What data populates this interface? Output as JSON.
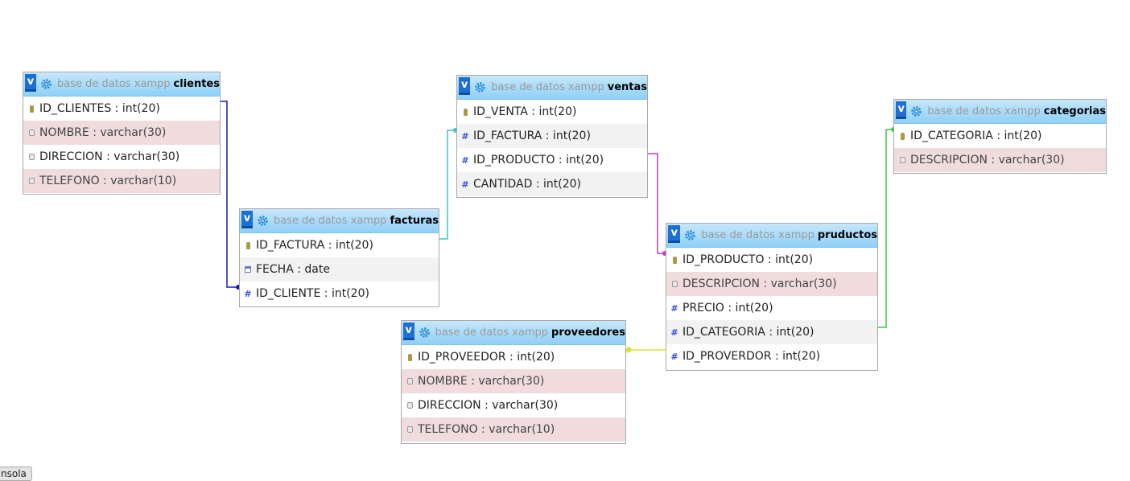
{
  "db_name": "base de datos xampp",
  "toggle_label": "v",
  "icons": {
    "toggle": "collapse-toggle-icon",
    "settings": "gear-icon",
    "primary_key": "key-icon",
    "text": "text-column-icon",
    "number": "number-column-icon",
    "date": "date-column-icon"
  },
  "colors": {
    "header_blue": "#8fd0f6",
    "toggle_blue": "#1d6fd6",
    "highlight_row": "#f0dcdc"
  },
  "tables": {
    "clientes": {
      "name": "clientes",
      "columns": [
        {
          "label": "ID_CLIENTES : int(20)",
          "icon": "key-icon"
        },
        {
          "label": "NOMBRE : varchar(30)",
          "icon": "text-column-icon"
        },
        {
          "label": "DIRECCION : varchar(30)",
          "icon": "text-column-icon"
        },
        {
          "label": "TELEFONO : varchar(10)",
          "icon": "text-column-icon"
        }
      ]
    },
    "facturas": {
      "name": "facturas",
      "columns": [
        {
          "label": "ID_FACTURA : int(20)",
          "icon": "key-icon"
        },
        {
          "label": "FECHA : date",
          "icon": "date-column-icon"
        },
        {
          "label": "ID_CLIENTE : int(20)",
          "icon": "number-column-icon"
        }
      ]
    },
    "ventas": {
      "name": "ventas",
      "columns": [
        {
          "label": "ID_VENTA : int(20)",
          "icon": "key-icon"
        },
        {
          "label": "ID_FACTURA : int(20)",
          "icon": "number-column-icon"
        },
        {
          "label": "ID_PRODUCTO : int(20)",
          "icon": "number-column-icon"
        },
        {
          "label": "CANTIDAD : int(20)",
          "icon": "number-column-icon"
        }
      ]
    },
    "pruductos": {
      "name": "pruductos",
      "columns": [
        {
          "label": "ID_PRODUCTO : int(20)",
          "icon": "key-icon"
        },
        {
          "label": "DESCRIPCION : varchar(30)",
          "icon": "text-column-icon"
        },
        {
          "label": "PRECIO : int(20)",
          "icon": "number-column-icon"
        },
        {
          "label": "ID_CATEGORIA : int(20)",
          "icon": "number-column-icon"
        },
        {
          "label": "ID_PROVERDOR : int(20)",
          "icon": "number-column-icon"
        }
      ]
    },
    "categorias": {
      "name": "categorias",
      "columns": [
        {
          "label": "ID_CATEGORIA : int(20)",
          "icon": "key-icon"
        },
        {
          "label": "DESCRIPCION : varchar(30)",
          "icon": "text-column-icon"
        }
      ]
    },
    "proveedores": {
      "name": "proveedores",
      "columns": [
        {
          "label": "ID_PROVEEDOR : int(20)",
          "icon": "key-icon"
        },
        {
          "label": "NOMBRE : varchar(30)",
          "icon": "text-column-icon"
        },
        {
          "label": "DIRECCION : varchar(30)",
          "icon": "text-column-icon"
        },
        {
          "label": "TELEFONO : varchar(10)",
          "icon": "text-column-icon"
        }
      ]
    }
  },
  "relations": [
    {
      "from": "facturas.ID_CLIENTE",
      "to": "clientes.ID_CLIENTES",
      "color": "#1a1aa8"
    },
    {
      "from": "ventas.ID_FACTURA",
      "to": "facturas.ID_FACTURA",
      "color": "#3fc9c0"
    },
    {
      "from": "ventas.ID_PRODUCTO",
      "to": "pruductos.ID_PRODUCTO",
      "color": "#c63cc9"
    },
    {
      "from": "pruductos.ID_CATEGORIA",
      "to": "categorias.ID_CATEGORIA",
      "color": "#3fc43f"
    },
    {
      "from": "pruductos.ID_PROVERDOR",
      "to": "proveedores.ID_PROVEEDOR",
      "color": "#d9e03a"
    }
  ],
  "console_label": "nsola"
}
